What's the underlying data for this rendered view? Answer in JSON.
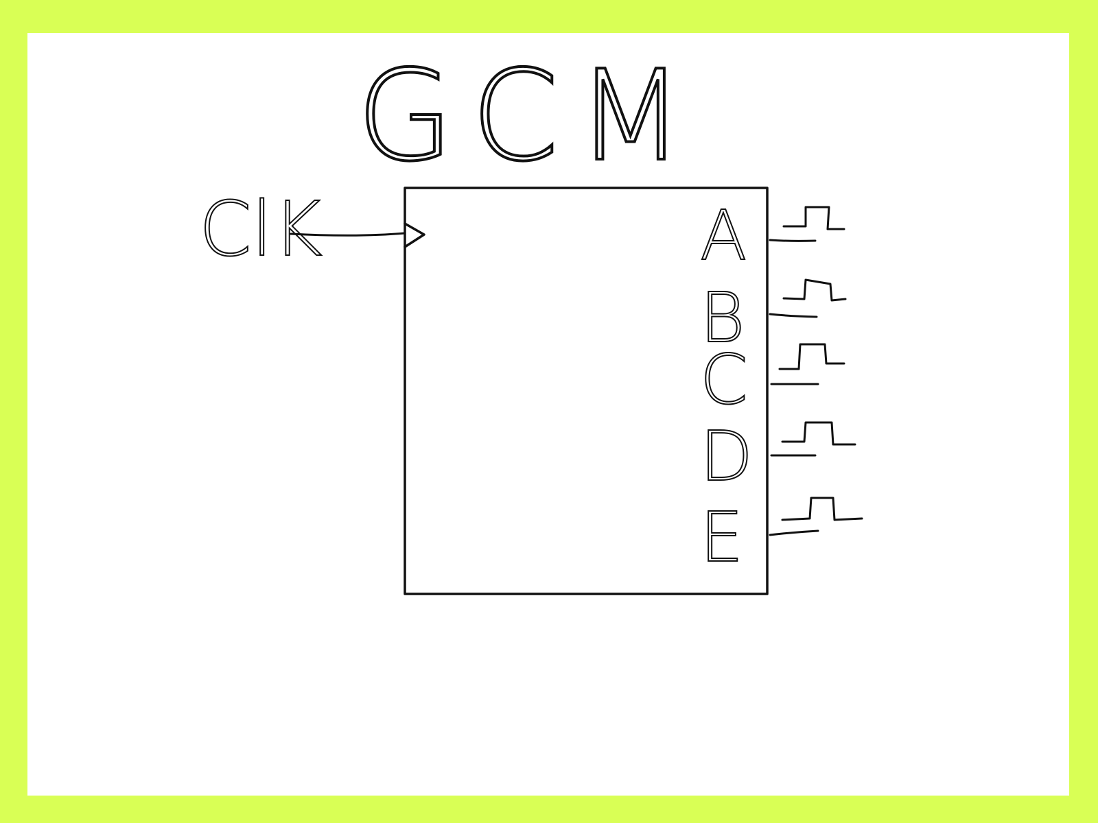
{
  "diagram": {
    "title": "GCM",
    "input_label": "ClK",
    "outputs": [
      {
        "label": "A"
      },
      {
        "label": "B"
      },
      {
        "label": "C"
      },
      {
        "label": "D"
      },
      {
        "label": "E"
      }
    ]
  },
  "colors": {
    "frame": "#d9ff55",
    "ink": "#111111",
    "background": "#ffffff"
  }
}
